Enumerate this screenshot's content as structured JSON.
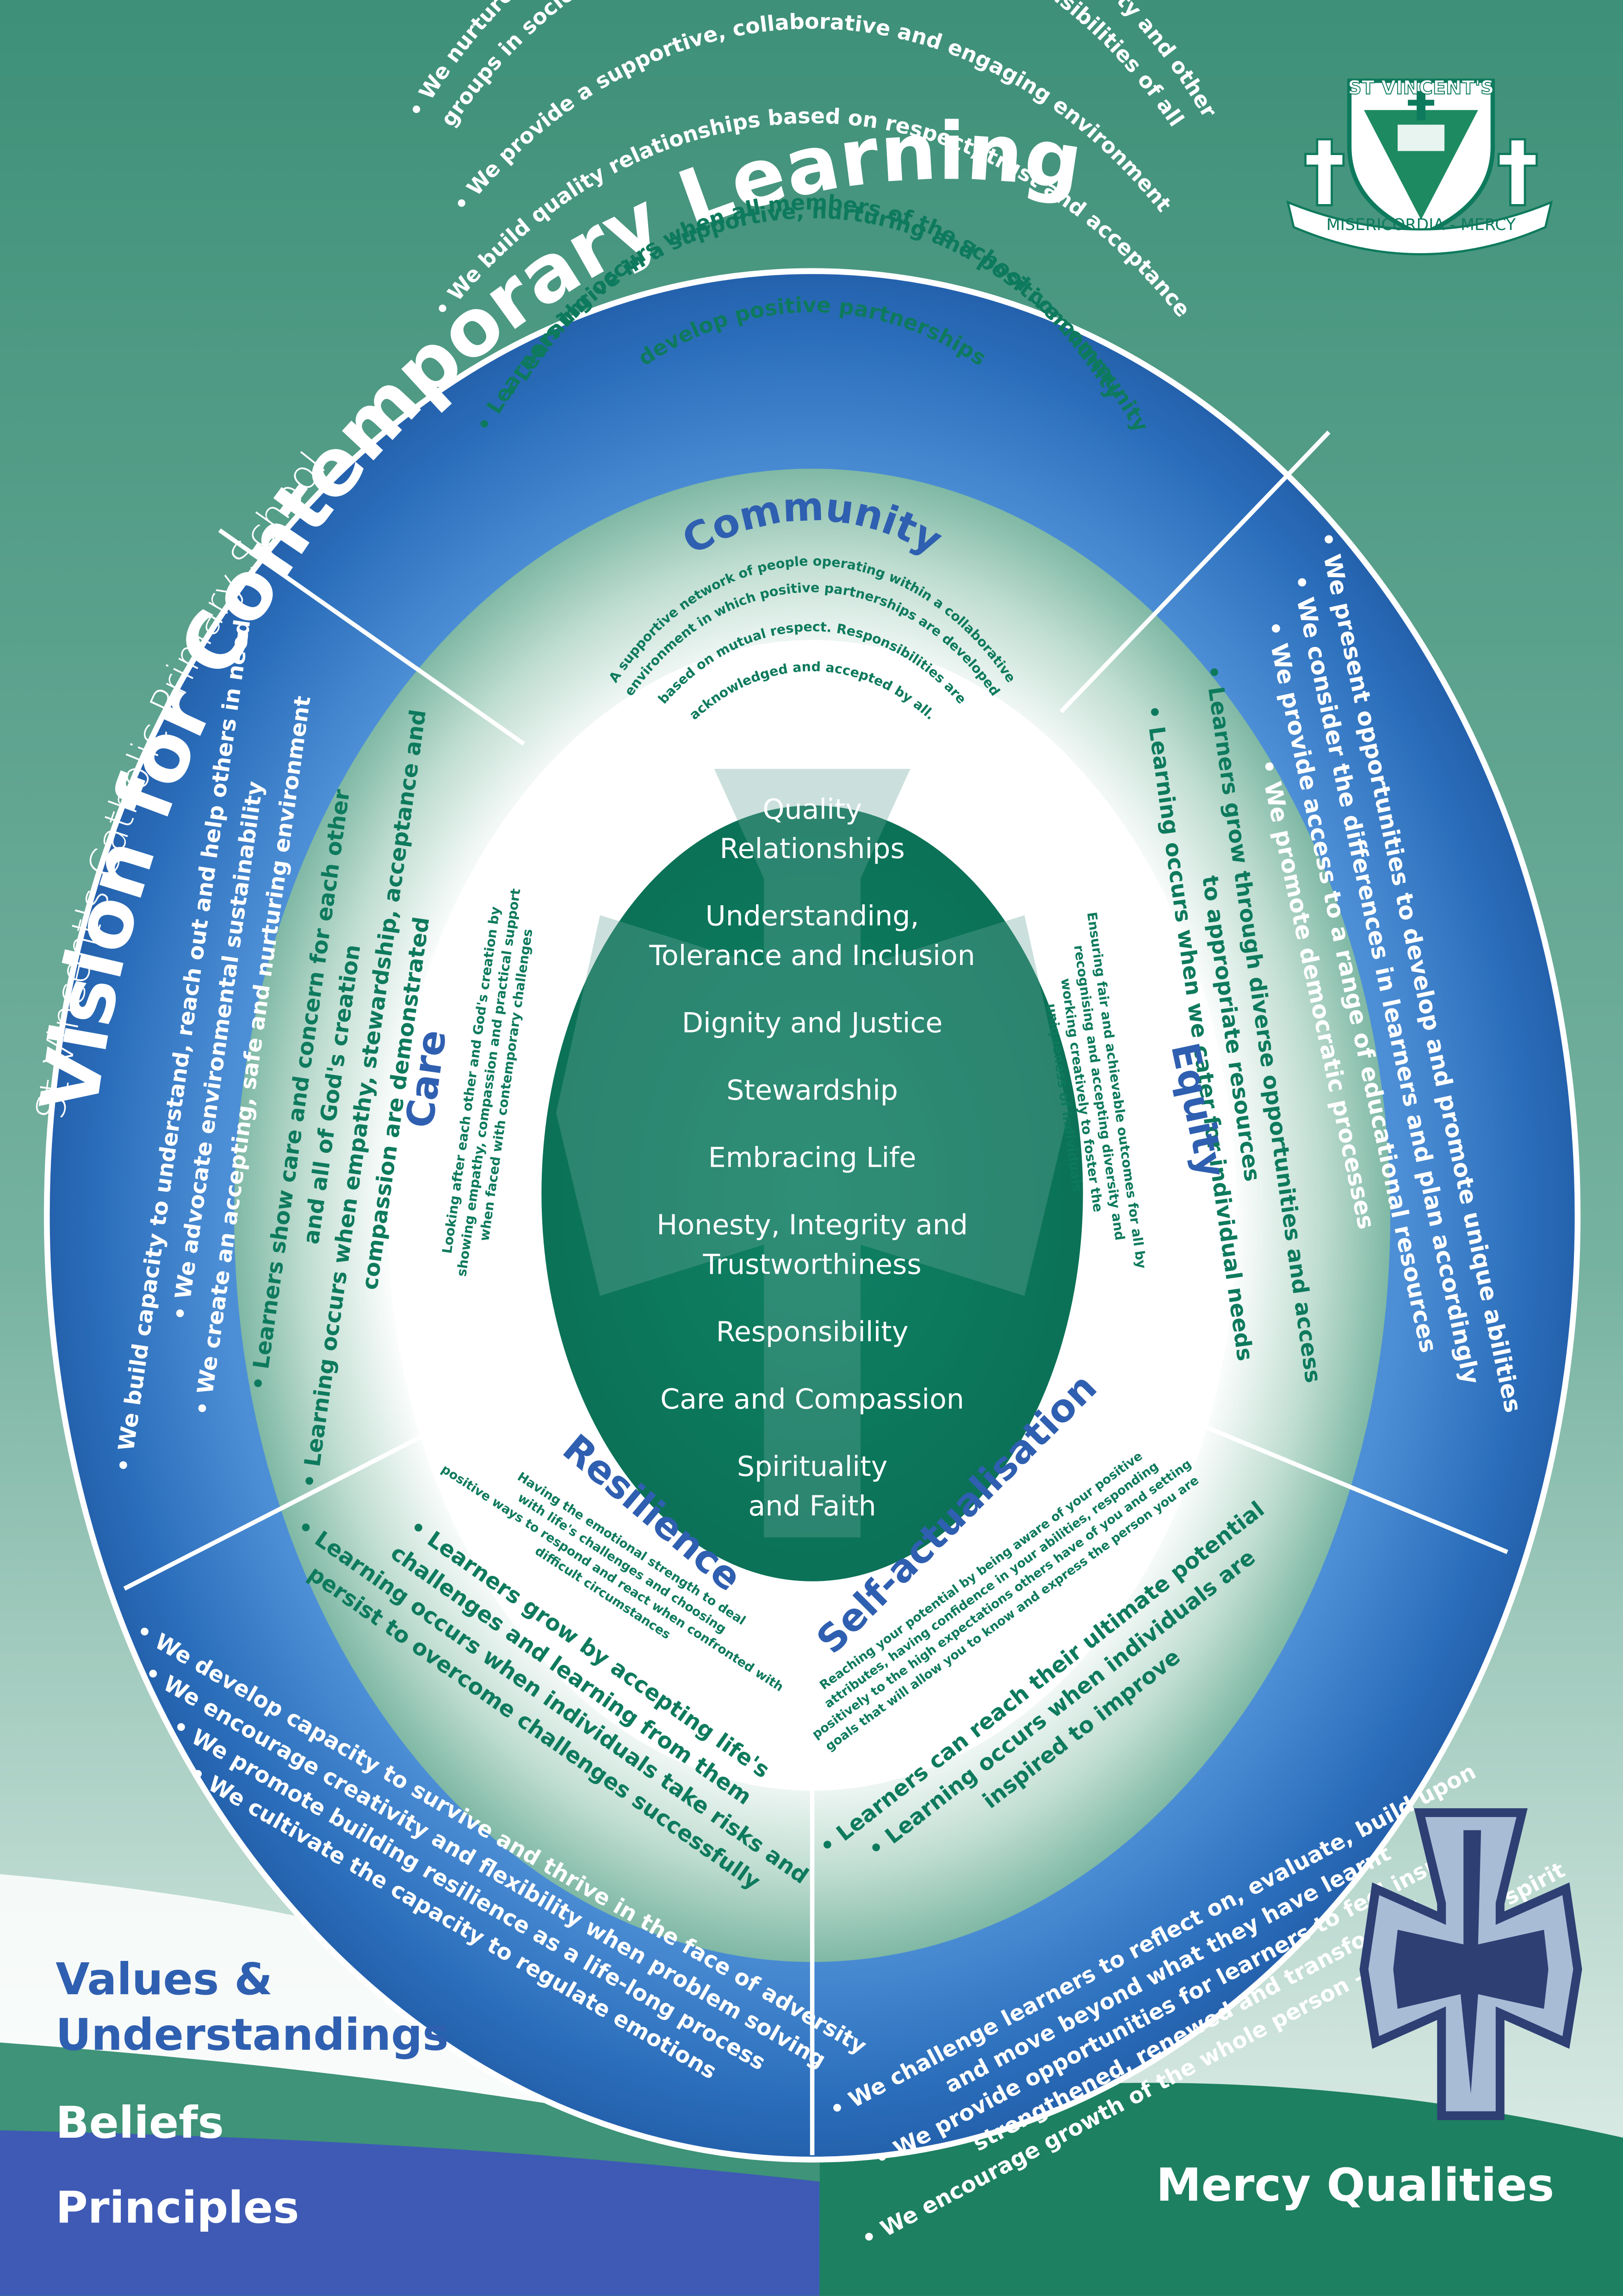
{
  "header": {
    "school": "St Vincent's Catholic Primary School",
    "title": "Vision for Contemporary Learning"
  },
  "crest": {
    "top_text": "ST VINCENT'S",
    "motto": "MISERICORDIA - MERCY"
  },
  "center": {
    "values": [
      [
        "Quality",
        "Relationships"
      ],
      [
        "Understanding,",
        "Tolerance and Inclusion"
      ],
      [
        "Dignity and Justice"
      ],
      [
        "Stewardship"
      ],
      [
        "Embracing Life"
      ],
      [
        "Honesty, Integrity and",
        "Trustworthiness"
      ],
      [
        "Responsibility"
      ],
      [
        "Care and Compassion"
      ],
      [
        "Spirituality",
        "and Faith"
      ]
    ]
  },
  "qualities": {
    "community": {
      "title": "Community",
      "definition": [
        "A supportive network of people operating within a collaborative",
        "environment in which positive partnerships are developed",
        "based on mutual respect. Responsibilities are",
        "acknowledged and accepted by all."
      ],
      "beliefs": [
        "• Learners thrive in a supportive, nurturing and positive community",
        "• Learning occurs when all members of the school community",
        "develop positive partnerships"
      ],
      "principles": [
        "• We build quality relationships based on respect, trust and acceptance",
        "• We provide a supportive, collaborative and engaging environment",
        "• We nurture the connectedness of the school to our parish community and other",
        "groups in society   • We acknowledge the rights and responsibilities of all"
      ]
    },
    "equity": {
      "title": "Equity",
      "definition": [
        "Ensuring fair and achievable outcomes for all by",
        "recognising and accepting diversity and",
        "working creatively to foster the",
        "uniqueness of individuals"
      ],
      "beliefs": [
        "• Learners grow through diverse opportunities and access",
        "to appropriate resources",
        "• Learning occurs when we cater for individual needs"
      ],
      "principles": [
        "• We present opportunities to develop and promote unique abilities",
        "• We consider the differences in learners and plan accordingly",
        "• We provide access to a range of educational resources",
        "• We promote democratic processes"
      ]
    },
    "self_actualisation": {
      "title": "Self-actualisation",
      "definition": [
        "Reaching your potential by being aware of your positive",
        "attributes, having confidence in your abilities, responding",
        "positively to the high expectations others have of you and setting",
        "goals that will allow you to know and express the person you are"
      ],
      "beliefs": [
        "• Learners can reach their  ultimate potential",
        "• Learning occurs when individuals are",
        "inspired to improve"
      ],
      "principles": [
        "• We challenge learners to reflect on, evaluate, build upon",
        "and move beyond what they have learnt",
        "• We provide opportunities for learners to feel inspired,",
        "strengthened, renewed and transformed",
        "• We encourage growth of the whole person – mind, body, spirit"
      ]
    },
    "resilience": {
      "title": "Resilience",
      "definition": [
        "Having the emotional strength to deal",
        "with life's challenges and choosing",
        "positive ways to respond and react when confronted with",
        "difficult circumstances"
      ],
      "beliefs": [
        "• Learners grow by accepting life's",
        "challenges and learning from them",
        "• Learning occurs when individuals take risks and",
        "persist to overcome challenges successfully"
      ],
      "principles": [
        "• We develop capacity to survive and thrive in the face of adversity",
        "• We encourage creativity and flexibility when problem solving",
        "• We promote building resilience as a life-long process",
        "• We cultivate the capacity to regulate emotions"
      ]
    },
    "care": {
      "title": "Care",
      "definition": [
        "Looking after each other and God's creation by",
        "showing empathy, compassion and practical support",
        "when faced with contemporary challenges"
      ],
      "beliefs": [
        "• Learners show care and concern for each other",
        "and all of God's creation",
        "• Learning occurs when empathy, stewardship, acceptance and",
        "compassion are demonstrated"
      ],
      "principles": [
        "• We build capacity to understand, reach out and help others in need",
        "• We advocate environmental sustainability",
        "• We create an accepting, safe and nurturing environment"
      ]
    }
  },
  "legend": {
    "values": [
      "Values &",
      "Understandings"
    ],
    "beliefs": "Beliefs",
    "principles": "Principles",
    "mercy": "Mercy Qualities"
  },
  "colors": {
    "teal": "#3d9077",
    "dark_teal": "#0e7a5d",
    "blue": "#1e5fae",
    "navy": "#23418f",
    "light_teal": "#7fbfa8"
  }
}
